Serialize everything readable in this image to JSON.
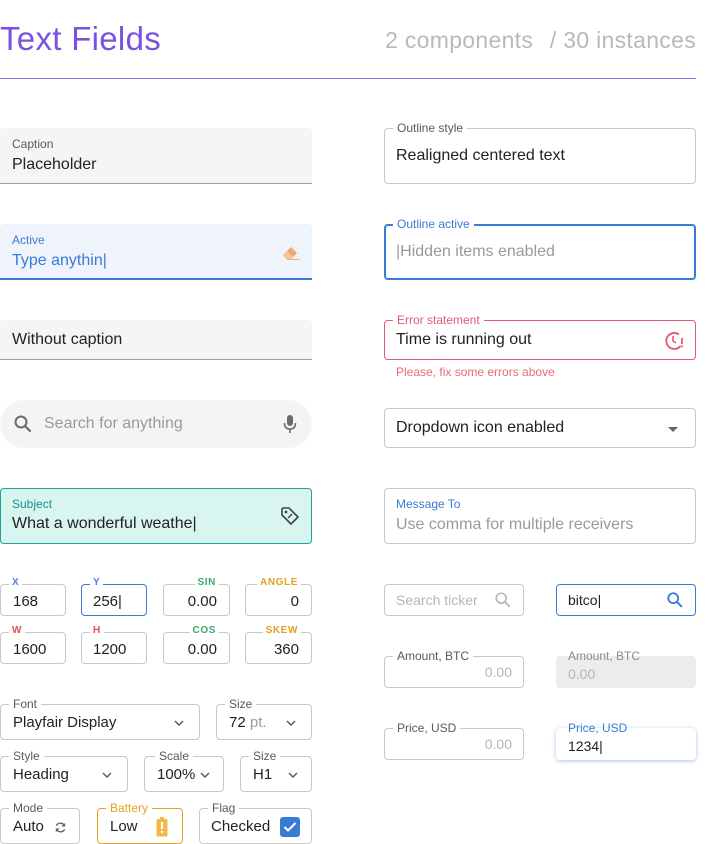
{
  "header": {
    "title": "Text Fields",
    "components": "2 components",
    "instances": "/ 30 instances"
  },
  "left": {
    "f1": {
      "caption": "Caption",
      "placeholder": "Placeholder"
    },
    "f2": {
      "caption": "Active",
      "value": "Type anythin|"
    },
    "f3": {
      "value": "Without caption"
    },
    "search": {
      "placeholder": "Search for anything"
    },
    "subject": {
      "caption": "Subject",
      "value": "What a wonderful weathe|"
    },
    "coords": [
      {
        "label": "X",
        "value": "168",
        "color": "#4a80e8"
      },
      {
        "label": "Y",
        "value": "256|",
        "color": "#4a80e8"
      },
      {
        "label": "SIN",
        "value": "0.00",
        "color": "#3aaa6a"
      },
      {
        "label": "ANGLE",
        "value": "0",
        "color": "#e0a020"
      },
      {
        "label": "W",
        "value": "1600",
        "color": "#e05050"
      },
      {
        "label": "H",
        "value": "1200",
        "color": "#e05050"
      },
      {
        "label": "COS",
        "value": "0.00",
        "color": "#3aaa6a"
      },
      {
        "label": "SKEW",
        "value": "360",
        "color": "#e0a020"
      }
    ],
    "font": {
      "label": "Font",
      "value": "Playfair Display"
    },
    "size1": {
      "label": "Size",
      "value": "72",
      "unit": "pt."
    },
    "style": {
      "label": "Style",
      "value": "Heading"
    },
    "scale": {
      "label": "Scale",
      "value": "100%"
    },
    "size2": {
      "label": "Size",
      "value": "H1"
    },
    "mode": {
      "label": "Mode",
      "value": "Auto"
    },
    "battery": {
      "label": "Battery",
      "value": "Low",
      "color": "#e8a020"
    },
    "flag": {
      "label": "Flag",
      "value": "Checked",
      "checked": true
    }
  },
  "right": {
    "o1": {
      "label": "Outline style",
      "value": "Realigned centered text"
    },
    "o2": {
      "label": "Outline active",
      "value": "|Hidden items enabled"
    },
    "o3": {
      "label": "Error statement",
      "value": "Time is running out",
      "error": "Please, fix some errors above"
    },
    "dropdown": {
      "value": "Dropdown icon enabled"
    },
    "message": {
      "label": "Message To",
      "placeholder": "Use comma for multiple receivers"
    },
    "ticker": {
      "placeholder": "Search ticker"
    },
    "ticker2": {
      "value": "bitco|"
    },
    "amount1": {
      "label": "Amount, BTC",
      "value": "0.00"
    },
    "amount2": {
      "label": "Amount, BTC",
      "value": "0.00"
    },
    "price1": {
      "label": "Price, USD",
      "value": "0.00"
    },
    "price2": {
      "label": "Price, USD",
      "value": "1234|"
    }
  },
  "colors": {
    "accent": "#7a52de",
    "blue": "#3a7bd5",
    "error": "#e05a70",
    "teal": "#1aa39a"
  }
}
